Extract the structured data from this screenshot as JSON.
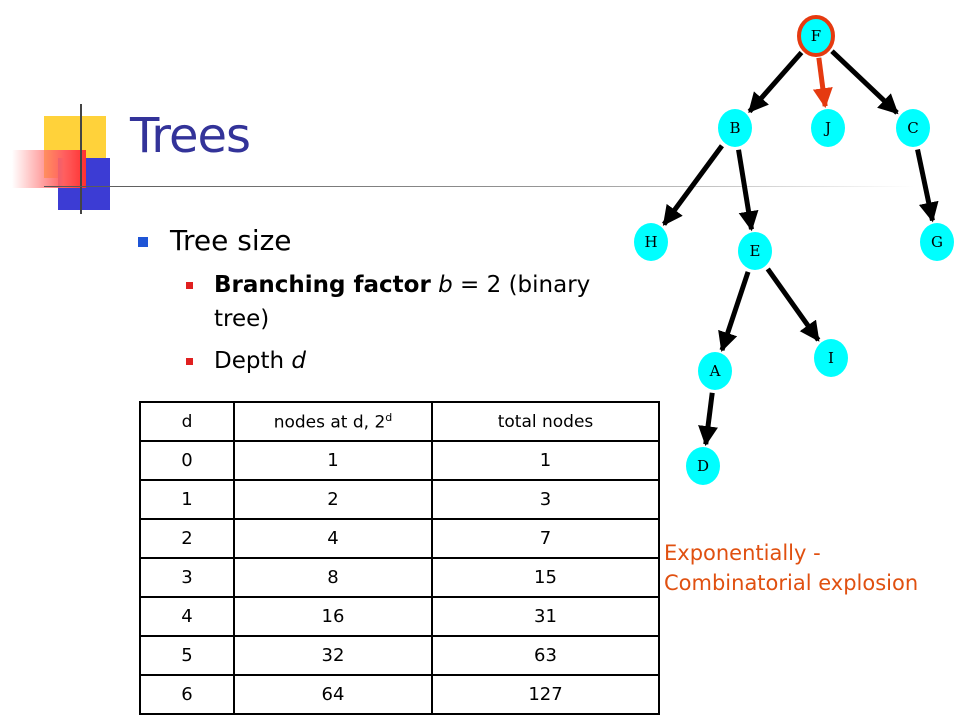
{
  "slide": {
    "title": "Trees",
    "bullet": "Tree size",
    "branching_bold": "Branching factor",
    "branching_var": "b",
    "branching_rest": " = 2 (binary tree)",
    "depth_text": "Depth ",
    "depth_var": "d",
    "note_line1": "Exponentially -",
    "note_line2": "Combinatorial explosion"
  },
  "table": {
    "headers": {
      "d": "d",
      "nodes_prefix": "nodes at d, 2",
      "nodes_sup": "d",
      "total": "total nodes"
    },
    "rows": [
      {
        "d": "0",
        "nodes": "1",
        "total": "1"
      },
      {
        "d": "1",
        "nodes": "2",
        "total": "3"
      },
      {
        "d": "2",
        "nodes": "4",
        "total": "7"
      },
      {
        "d": "3",
        "nodes": "8",
        "total": "15"
      },
      {
        "d": "4",
        "nodes": "16",
        "total": "31"
      },
      {
        "d": "5",
        "nodes": "32",
        "total": "63"
      },
      {
        "d": "6",
        "nodes": "64",
        "total": "127"
      }
    ]
  },
  "tree": {
    "node_color": "#00ffff",
    "highlight_color": "#e53a10",
    "nodes": [
      {
        "id": "F",
        "label": "F"
      },
      {
        "id": "B",
        "label": "B"
      },
      {
        "id": "J",
        "label": "J"
      },
      {
        "id": "C",
        "label": "C"
      },
      {
        "id": "H",
        "label": "H"
      },
      {
        "id": "E",
        "label": "E"
      },
      {
        "id": "G",
        "label": "G"
      },
      {
        "id": "A",
        "label": "A"
      },
      {
        "id": "I",
        "label": "I"
      },
      {
        "id": "D",
        "label": "D"
      }
    ],
    "edges": [
      [
        "F",
        "B"
      ],
      [
        "F",
        "J"
      ],
      [
        "F",
        "C"
      ],
      [
        "B",
        "H"
      ],
      [
        "B",
        "E"
      ],
      [
        "C",
        "G"
      ],
      [
        "E",
        "A"
      ],
      [
        "E",
        "I"
      ],
      [
        "A",
        "D"
      ]
    ],
    "highlighted": [
      "F",
      "J"
    ]
  }
}
